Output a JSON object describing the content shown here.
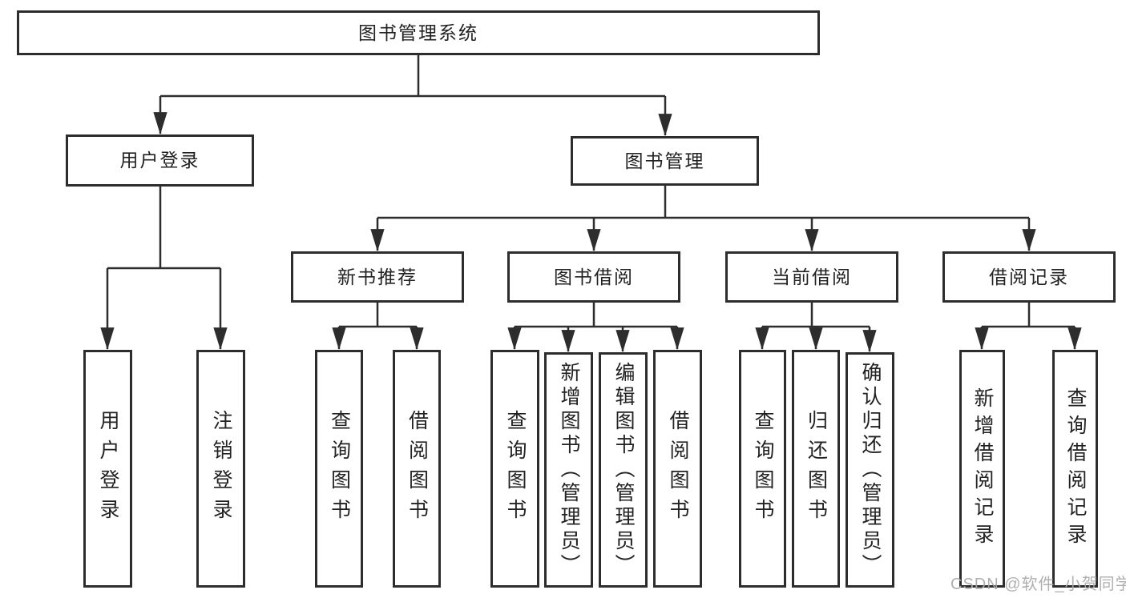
{
  "diagram_title": "图书管理系统",
  "tree": {
    "label": "图书管理系统",
    "children": [
      {
        "label": "用户登录",
        "children": [
          {
            "label": "用户登录"
          },
          {
            "label": "注销登录"
          }
        ]
      },
      {
        "label": "图书管理",
        "children": [
          {
            "label": "新书推荐",
            "children": [
              {
                "label": "查询图书"
              },
              {
                "label": "借阅图书"
              }
            ]
          },
          {
            "label": "图书借阅",
            "children": [
              {
                "label": "查询图书"
              },
              {
                "label": "新增图书（管理员）"
              },
              {
                "label": "编辑图书（管理员）"
              },
              {
                "label": "借阅图书"
              }
            ]
          },
          {
            "label": "当前借阅",
            "children": [
              {
                "label": "查询图书"
              },
              {
                "label": "归还图书"
              },
              {
                "label": "确认归还（管理员）"
              }
            ]
          },
          {
            "label": "借阅记录",
            "children": [
              {
                "label": "新增借阅记录"
              },
              {
                "label": "查询借阅记录"
              }
            ]
          }
        ]
      }
    ]
  },
  "watermark": {
    "text": "CSDN @软件_小贺同学"
  },
  "colors": {
    "background": "#ffffff",
    "line": "#2d2d2d",
    "box_border": "#2d2d2d",
    "text": "#222222",
    "watermark": "#a9a9a9"
  }
}
